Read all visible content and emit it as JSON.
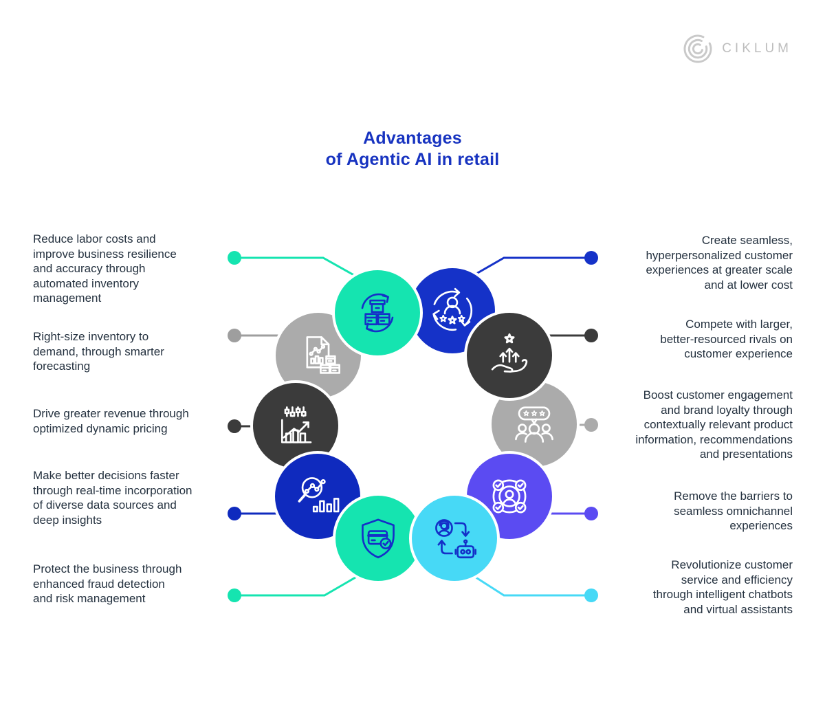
{
  "brand": {
    "name": "CIKLUM",
    "logo_color": "#C9C9C9",
    "text_color": "#BDBDBD"
  },
  "title": {
    "text": "Advantages\nof Agentic AI in retail",
    "color": "#1733C0"
  },
  "body_text_color": "#24313F",
  "left_items": [
    {
      "text": "Reduce labor costs and\nimprove business resilience\nand accuracy through\nautomated inventory\nmanagement",
      "color": "#15E4B0"
    },
    {
      "text": "Right-size inventory to\ndemand, through smarter\nforecasting",
      "color": "#9E9E9E"
    },
    {
      "text": "Drive greater revenue through\noptimized dynamic pricing",
      "color": "#3B3B3B"
    },
    {
      "text": "Make better decisions faster\nthrough real-time incorporation\nof diverse data sources and\ndeep insights",
      "color": "#0F2ABE"
    },
    {
      "text": "Protect the business through\nenhanced fraud detection\nand risk management",
      "color": "#15E4B0"
    }
  ],
  "right_items": [
    {
      "text": "Create seamless,\nhyperpersonalized customer\nexperiences at greater scale\nand at lower cost",
      "color": "#1532C8"
    },
    {
      "text": "Compete with larger,\nbetter-resourced rivals on\ncustomer experience",
      "color": "#3B3B3B"
    },
    {
      "text": "Boost customer engagement\nand brand loyalty through\ncontextually relevant product\ninformation, recommendations\nand presentations",
      "color": "#ABABAB"
    },
    {
      "text": "Remove the barriers to\nseamless omnichannel\nexperiences",
      "color": "#5B4BF2"
    },
    {
      "text": "Revolutionize customer\nservice and efficiency\nthrough intelligent chatbots\nand virtual assistants",
      "color": "#47D9F6"
    }
  ],
  "circles": [
    {
      "id": "inventory-automation",
      "icon": "inventory-cycle-icon",
      "bg": "#15E4B0",
      "ink": "#1430C8"
    },
    {
      "id": "customer-experience",
      "icon": "customer-loyalty-cycle-icon",
      "bg": "#1532C8",
      "ink": "#FFFFFF"
    },
    {
      "id": "rival-competition",
      "icon": "hand-growth-star-icon",
      "bg": "#3B3B3B",
      "ink": "#FFFFFF"
    },
    {
      "id": "engagement-loyalty",
      "icon": "review-audience-icon",
      "bg": "#ABABAB",
      "ink": "#FFFFFF"
    },
    {
      "id": "omnichannel",
      "icon": "omnichannel-user-icon",
      "bg": "#5B4BF2",
      "ink": "#FFFFFF"
    },
    {
      "id": "chatbots",
      "icon": "agent-bot-handoff-icon",
      "bg": "#47D9F6",
      "ink": "#1430C8"
    },
    {
      "id": "fraud-protection",
      "icon": "shield-card-check-icon",
      "bg": "#15E4B0",
      "ink": "#1430C8"
    },
    {
      "id": "data-insights",
      "icon": "magnifier-analytics-icon",
      "bg": "#0F2ABE",
      "ink": "#FFFFFF"
    },
    {
      "id": "dynamic-pricing",
      "icon": "pricing-chart-icon",
      "bg": "#3B3B3B",
      "ink": "#FFFFFF"
    },
    {
      "id": "forecasting",
      "icon": "forecast-document-icon",
      "bg": "#ABABAB",
      "ink": "#FFFFFF"
    }
  ]
}
